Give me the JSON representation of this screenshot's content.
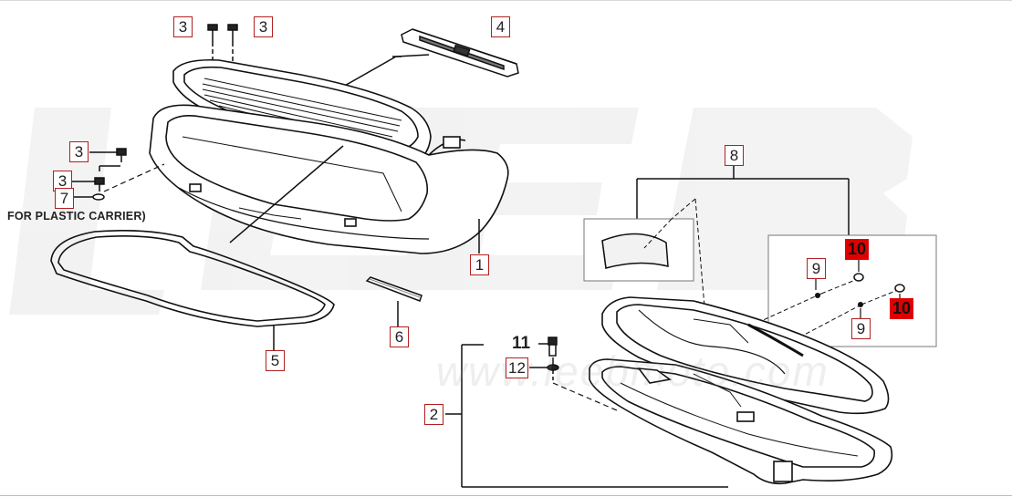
{
  "diagram": {
    "note": "FOR PLASTIC CARRIER)",
    "watermark_logo": "LEEB",
    "watermark_url": "www.leebmoto.com",
    "colors": {
      "callout_border": "#b02020",
      "callout_highlight": "#e00000",
      "line": "#111111"
    },
    "callouts": [
      {
        "id": "c3a",
        "label": "3"
      },
      {
        "id": "c3b",
        "label": "3"
      },
      {
        "id": "c4",
        "label": "4"
      },
      {
        "id": "c3c",
        "label": "3"
      },
      {
        "id": "c3d",
        "label": "3"
      },
      {
        "id": "c7",
        "label": "7"
      },
      {
        "id": "c1",
        "label": "1"
      },
      {
        "id": "c5",
        "label": "5"
      },
      {
        "id": "c6",
        "label": "6"
      },
      {
        "id": "c8",
        "label": "8"
      },
      {
        "id": "c10a",
        "label": "10"
      },
      {
        "id": "c9a",
        "label": "9"
      },
      {
        "id": "c10b",
        "label": "10"
      },
      {
        "id": "c9b",
        "label": "9"
      },
      {
        "id": "c11",
        "label": "11"
      },
      {
        "id": "c12",
        "label": "12"
      },
      {
        "id": "c2",
        "label": "2"
      }
    ]
  }
}
